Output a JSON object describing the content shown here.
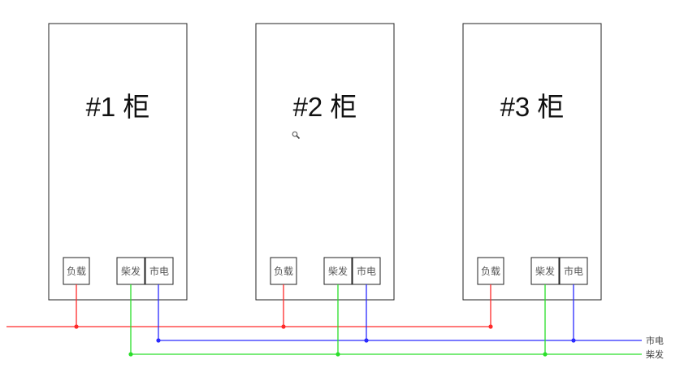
{
  "cabinets": [
    {
      "title": "#1 柜",
      "ports": {
        "load": "负载",
        "diesel": "柴发",
        "mains": "市电"
      }
    },
    {
      "title": "#2 柜",
      "ports": {
        "load": "负载",
        "diesel": "柴发",
        "mains": "市电"
      }
    },
    {
      "title": "#3 柜",
      "ports": {
        "load": "负载",
        "diesel": "柴发",
        "mains": "市电"
      }
    }
  ],
  "buses": {
    "load": {
      "label": "",
      "color": "#ff2a2a"
    },
    "mains": {
      "label": "市电",
      "color": "#2a2aff"
    },
    "diesel": {
      "label": "柴发",
      "color": "#2adf2a"
    }
  },
  "icons": {
    "cursor": "magnifier-cursor-icon"
  }
}
